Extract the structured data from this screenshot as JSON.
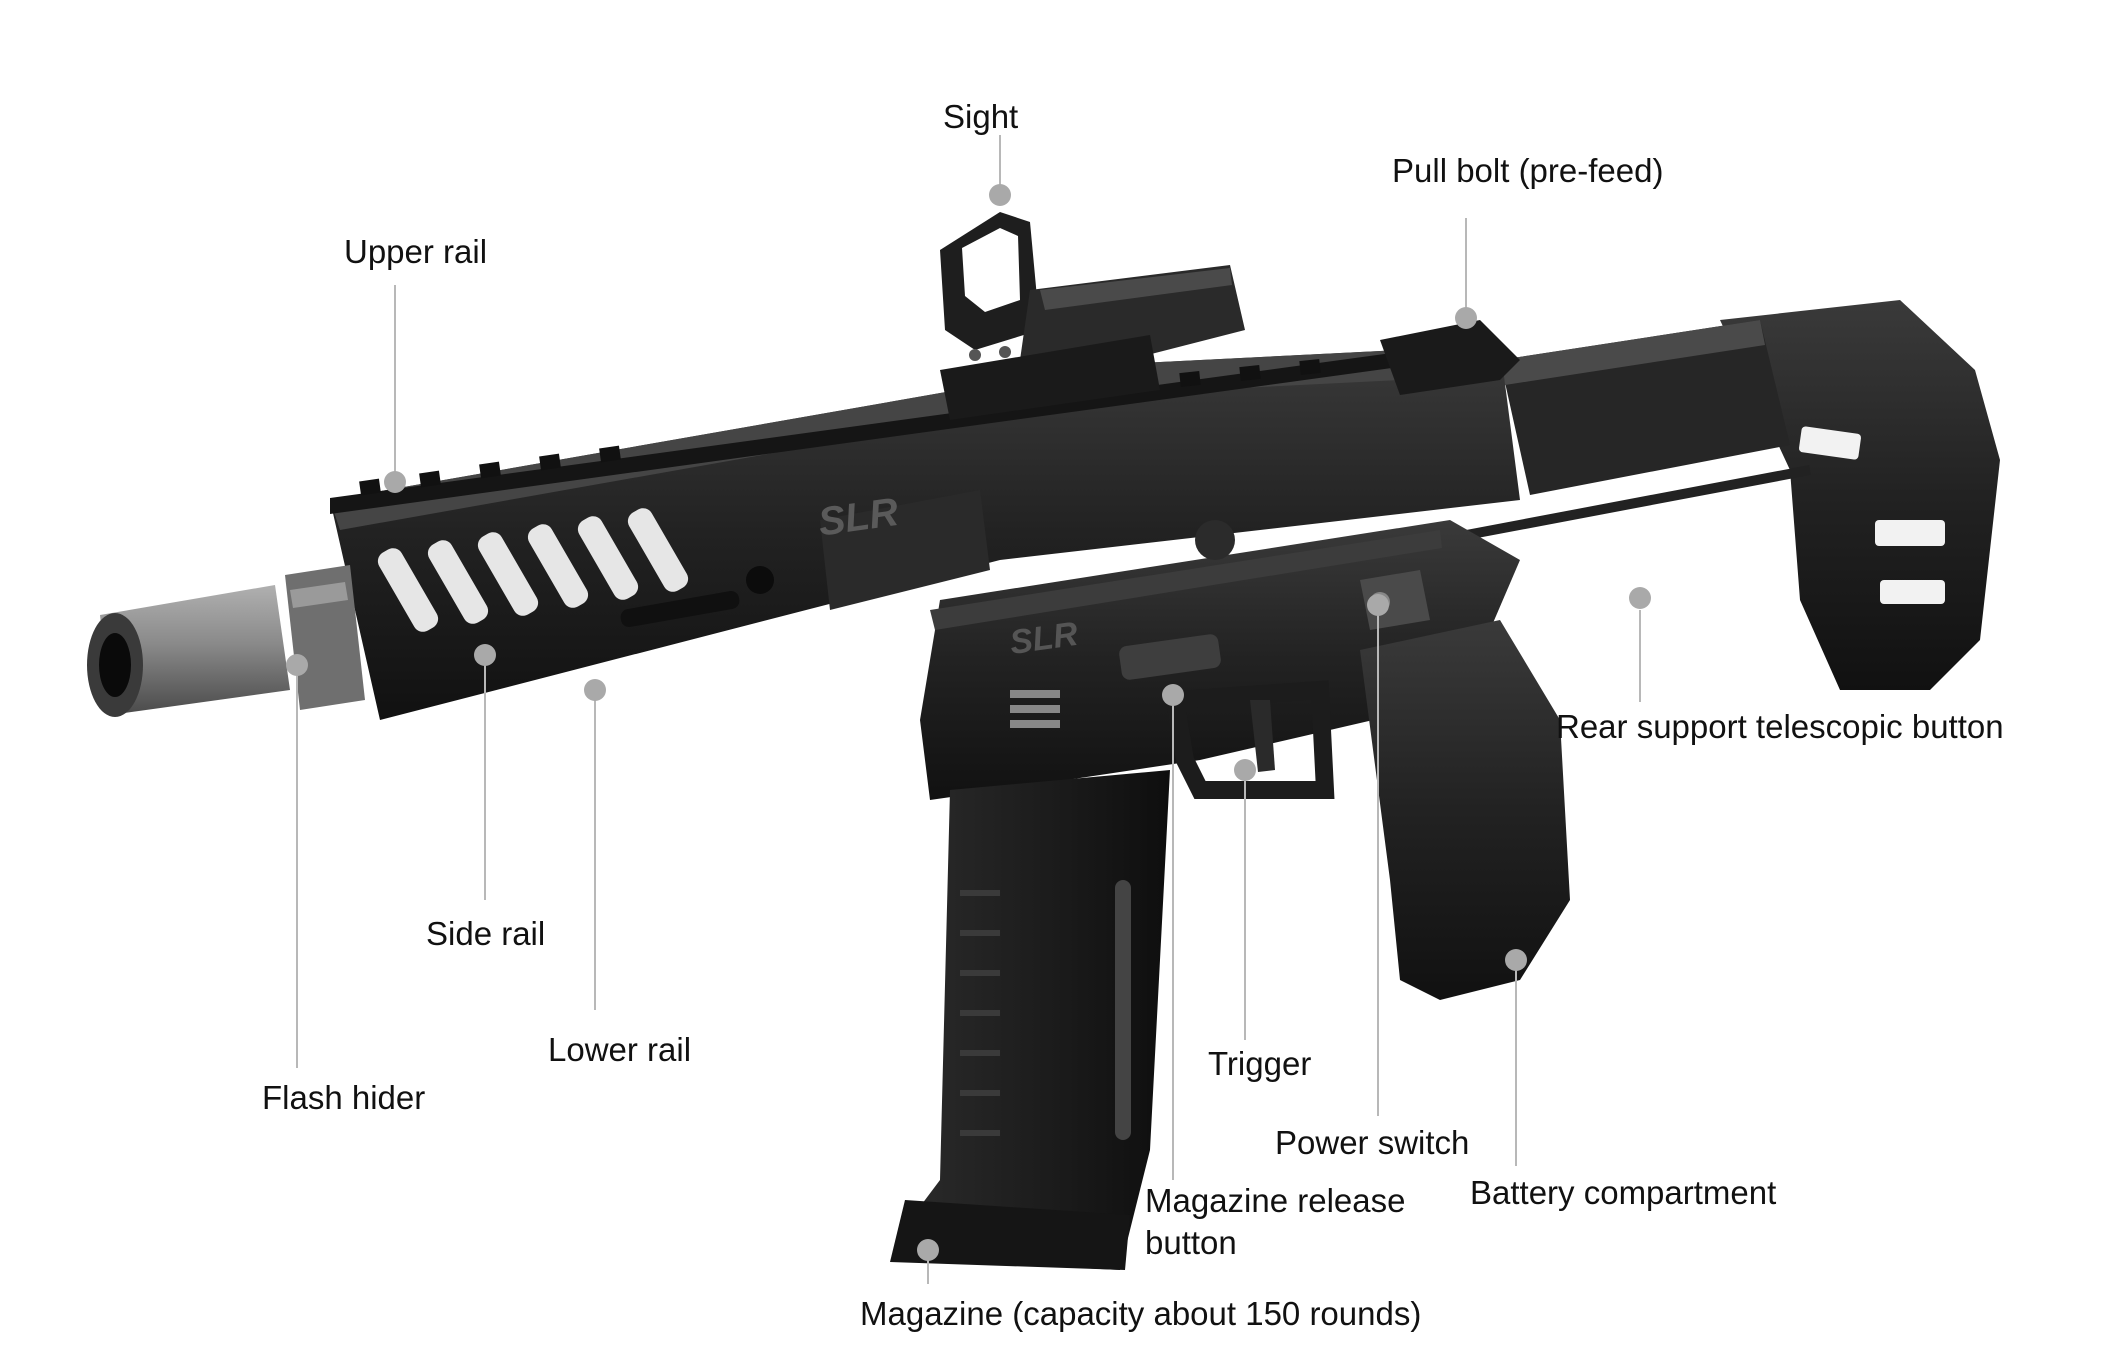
{
  "brand": {
    "logo_text": "SLR"
  },
  "colors": {
    "leader_line": "#b8b8b8",
    "leader_dot": "#a9a9a9",
    "label_text": "#111111",
    "body_dark": "#1c1c1c",
    "body_mid": "#2e2e2e",
    "metal_grey": "#8a8a8a"
  },
  "callouts": {
    "sight": "Sight",
    "pull_bolt": "Pull bolt (pre-feed)",
    "upper_rail": "Upper rail",
    "rear_support": "Rear support telescopic button",
    "side_rail": "Side rail",
    "lower_rail": "Lower rail",
    "flash_hider": "Flash hider",
    "trigger": "Trigger",
    "power_switch": "Power switch",
    "battery": "Battery compartment",
    "mag_release_1": "Magazine release",
    "mag_release_2": "button",
    "magazine": "Magazine (capacity about 150 rounds)"
  }
}
